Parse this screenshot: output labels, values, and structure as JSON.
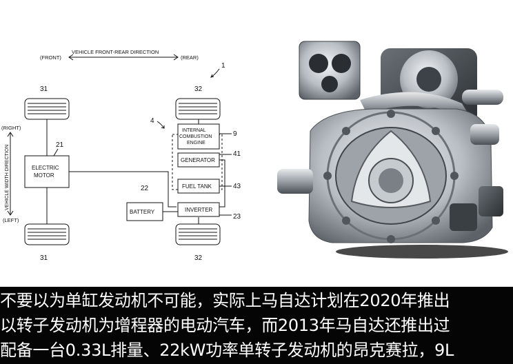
{
  "diagram": {
    "direction_label": "VEHICLE FRONT-REAR DIRECTION",
    "front_label": "(FRONT)",
    "rear_label": "(REAR)",
    "right_label": "(RIGHT)",
    "left_label": "(LEFT)",
    "width_label": "VEHICLE WIDTH DIRECTION",
    "system_ref": "1",
    "unit_ref": "4",
    "wheel_refs": {
      "front_top": "31",
      "rear_top": "32",
      "front_bottom": "31",
      "rear_bottom": "32"
    },
    "motor": {
      "line1": "ELECTRIC",
      "line2": "MOTOR",
      "ref": "21"
    },
    "battery": {
      "label": "BATTERY",
      "ref": "22"
    },
    "engine": {
      "line1": "INTERNAL",
      "line2": "COMBUSTION",
      "line3": "ENGINE",
      "ref": "9"
    },
    "generator": {
      "label": "GENERATOR",
      "ref": "41"
    },
    "fuel_tank": {
      "label": "FUEL TANK",
      "ref": "43"
    },
    "inverter": {
      "label": "INVERTER",
      "ref": "23"
    }
  },
  "caption": {
    "line1": "不要以为单缸发动机不可能，实际上马自达计划在2020年推出",
    "line2": "以转子发动机为增程器的电动汽车，而2013年马自达还推出过",
    "line3": "配备一台0.33L排量、22kW功率单转子发动机的昂克赛拉，9L"
  }
}
